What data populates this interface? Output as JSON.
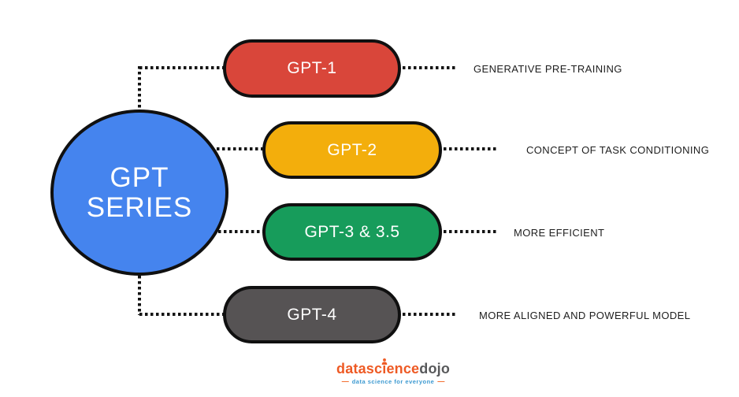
{
  "center_node": {
    "line1": "GPT",
    "line2": "SERIES",
    "color": "#4584EE"
  },
  "nodes": [
    {
      "label": "GPT-1",
      "description": "GENERATIVE PRE-TRAINING",
      "color": "#D9463A"
    },
    {
      "label": "GPT-2",
      "description": "CONCEPT OF TASK CONDITIONING",
      "color": "#F3AE0C"
    },
    {
      "label": "GPT-3 & 3.5",
      "description": "MORE EFFICIENT",
      "color": "#179C5B"
    },
    {
      "label": "GPT-4",
      "description": "MORE ALIGNED AND POWERFUL MODEL",
      "color": "#565354"
    }
  ],
  "connector": {
    "style": "dotted",
    "color": "#141414"
  },
  "logo": {
    "word_part1": "datasc",
    "i_glyph": "ı",
    "word_part2": "ence",
    "word_part3": "dojo",
    "tagline": "data science for everyone",
    "dash": "—",
    "orange": "#EE5A24",
    "gray": "#58595B",
    "tagline_color": "#3D9AD1"
  }
}
